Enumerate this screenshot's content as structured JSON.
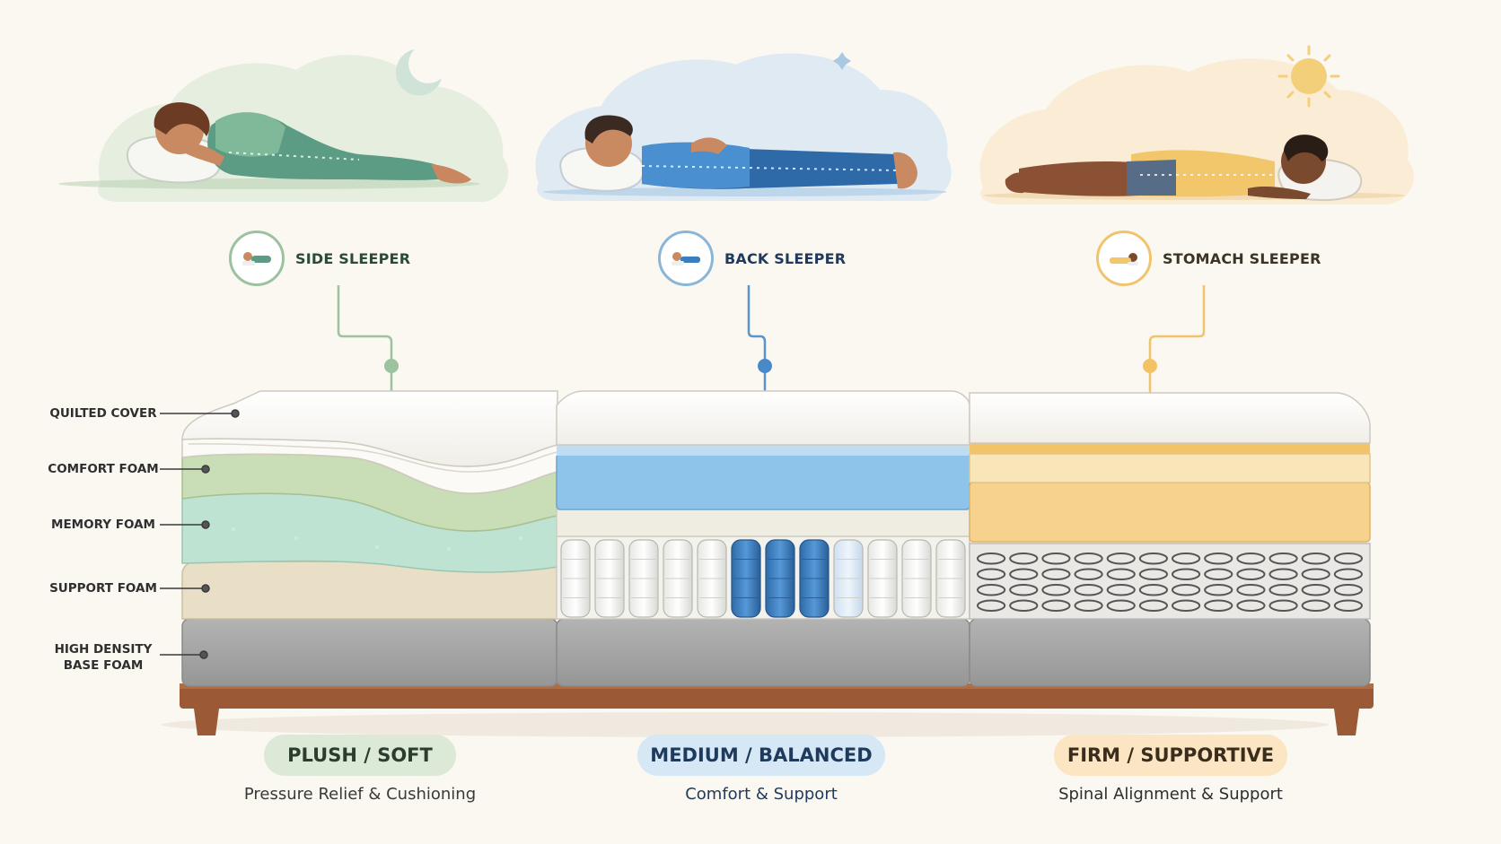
{
  "sleepers": [
    {
      "label": "SIDE SLEEPER",
      "icon": "side-sleeper-icon",
      "color": "#8fb894",
      "text_color": "#2b4a37"
    },
    {
      "label": "BACK SLEEPER",
      "icon": "back-sleeper-icon",
      "color": "#8ab6d8",
      "text_color": "#1f3a5c"
    },
    {
      "label": "STOMACH SLEEPER",
      "icon": "stomach-sleeper-icon",
      "color": "#f0c46b",
      "text_color": "#3a3326"
    }
  ],
  "layers": [
    {
      "label": "QUILTED COVER"
    },
    {
      "label": "COMFORT FOAM"
    },
    {
      "label": "MEMORY FOAM"
    },
    {
      "label": "SUPPORT FOAM"
    },
    {
      "label": "HIGH DENSITY\nBASE FOAM"
    }
  ],
  "firmness": [
    {
      "title": "PLUSH / SOFT",
      "subtitle": "Pressure Relief & Cushioning",
      "pill_bg": "#dde9d7",
      "text_color": "#2b3d2f"
    },
    {
      "title": "MEDIUM / BALANCED",
      "subtitle": "Comfort & Support",
      "pill_bg": "#d6e7f5",
      "text_color": "#1e3a5c"
    },
    {
      "title": "FIRM / SUPPORTIVE",
      "subtitle": "Spinal Alignment & Support",
      "pill_bg": "#fbe5c2",
      "text_color": "#3a2d1c"
    }
  ],
  "colors": {
    "background": "#fbf7f1",
    "cover": "#fbfaf6",
    "soft_comfort": "#c9ddb6",
    "soft_memory": "#bfe3d2",
    "soft_support": "#e9dfc6",
    "medium_comfort": "#8ec4ea",
    "medium_band": "#efece2",
    "firm_comfort": "#f6d28c",
    "firm_band": "#f9e6b8",
    "base": "#a6a6a6",
    "frame": "#9b5a35",
    "coil_blue": "#3f7fc0"
  }
}
